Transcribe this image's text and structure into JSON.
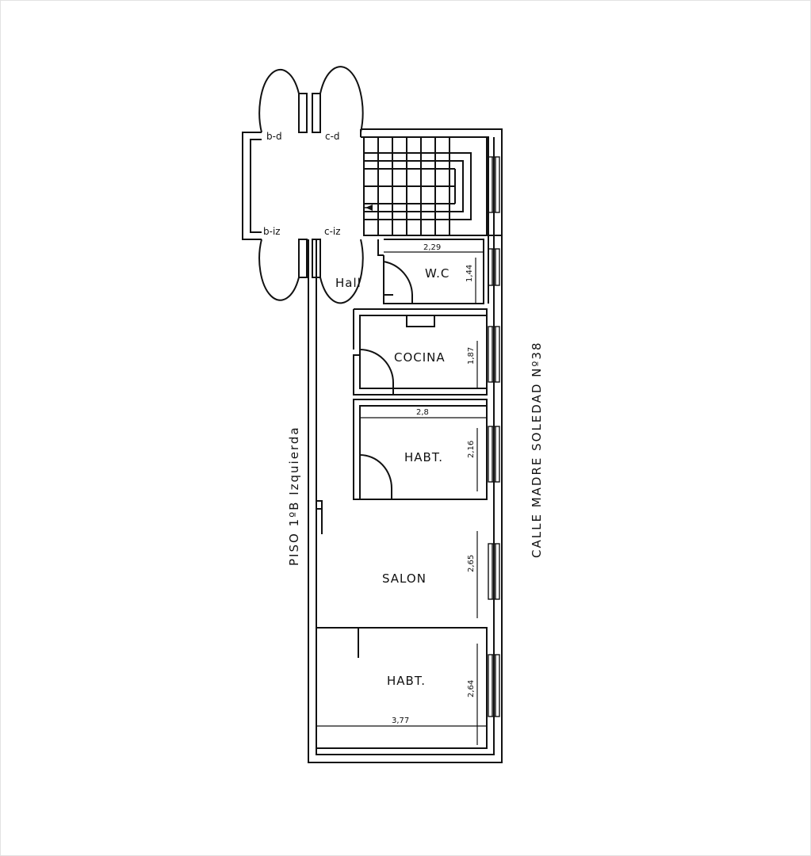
{
  "plan": {
    "title_vertical": "PISO 1ºB Izquierda",
    "street_vertical": "CALLE MADRE SOLEDAD Nº38",
    "landing_labels": {
      "bd": "b-d",
      "cd": "c-d",
      "biz": "b-iz",
      "ciz": "c-iz"
    },
    "rooms": {
      "hall": "Hall",
      "wc": "W.C",
      "cocina": "COCINA",
      "habt1": "HABT.",
      "salon": "SALON",
      "habt2": "HABT."
    },
    "dimensions": {
      "wc_width": "2,29",
      "wc_height": "1,44",
      "cocina_height": "1,87",
      "habt1_width": "2,8",
      "habt1_height": "2,16",
      "salon_height": "2,65",
      "habt2_height": "2,64",
      "habt2_width": "3,77"
    }
  }
}
